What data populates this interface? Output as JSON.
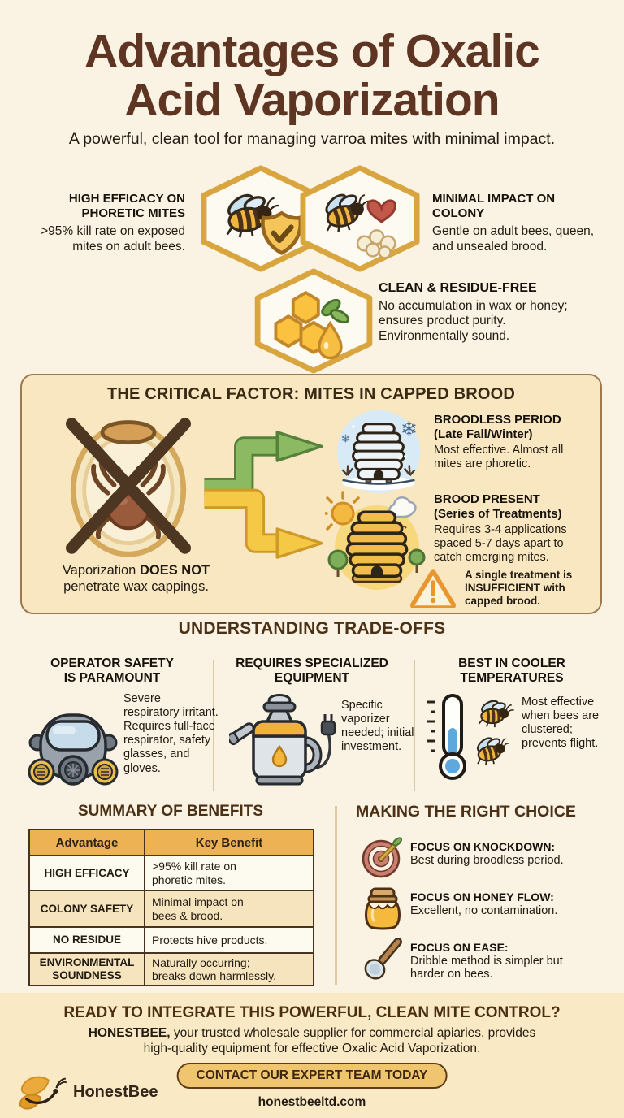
{
  "palette": {
    "page_bg": "#FAF2E3",
    "title_brown": "#5E3423",
    "section_brown": "#4A3116",
    "text_dark": "#221B12",
    "panel_bg": "#F8E7C1",
    "panel_border": "#9A7A4E",
    "hex_gold": "#D8A53E",
    "table_header_bg": "#ECB254",
    "table_row_tan": "#F6E4BE",
    "table_border": "#473420",
    "footer_bg": "#F9E9C5",
    "button_bg": "#EFC66F",
    "arrow_green": "#8CBA62",
    "arrow_yellow": "#F5C845",
    "warning_orange": "#E8962E"
  },
  "header": {
    "title": "Advantages of Oxalic Acid Vaporization",
    "subtitle": "A powerful, clean tool for managing varroa mites with minimal impact."
  },
  "benefits": [
    {
      "icon": "bee-shield-icon",
      "title": "HIGH EFFICACY ON PHORETIC MITES",
      "desc": ">95% kill rate on exposed mites on adult bees."
    },
    {
      "icon": "bee-heart-brood-icon",
      "title": "MINIMAL IMPACT ON COLONY",
      "desc": "Gentle on adult bees, queen, and unsealed brood."
    },
    {
      "icon": "honeycomb-drop-icon",
      "title": "CLEAN & RESIDUE-FREE",
      "desc": "No accumulation in wax or honey; ensures product purity. Environmentally sound."
    }
  ],
  "critical": {
    "title": "THE CRITICAL FACTOR: MITES IN CAPPED BROOD",
    "crossed_icon": "crossed-capped-brood-mite-icon",
    "caption": {
      "pre": "Vaporization ",
      "bold": "DOES NOT",
      "post": " penetrate wax cappings."
    },
    "branches": [
      {
        "icon": "winter-hive-icon",
        "title": "BROODLESS PERIOD",
        "qualifier": "(Late Fall/Winter)",
        "desc": "Most effective. Almost all mites are phoretic."
      },
      {
        "icon": "summer-hive-icon",
        "title": "BROOD PRESENT",
        "qualifier": "(Series of Treatments)",
        "desc": "Requires 3-4 applications spaced 5-7 days apart to catch emerging mites."
      }
    ],
    "warning": {
      "icon": "warning-triangle-icon",
      "pre": "A single treatment is ",
      "bold": "INSUFFICIENT",
      "post": " with capped brood."
    }
  },
  "tradeoffs": {
    "title": "UNDERSTANDING TRADE-OFFS",
    "items": [
      {
        "icon": "gas-mask-icon",
        "title": "OPERATOR SAFETY IS PARAMOUNT",
        "desc": "Severe respiratory irritant. Requires full-face respirator, safety glasses, and gloves."
      },
      {
        "icon": "vaporizer-icon",
        "title": "REQUIRES SPECIALIZED EQUIPMENT",
        "desc": "Specific vaporizer needed; initial investment."
      },
      {
        "icon": "thermometer-bees-icon",
        "title": "BEST IN COOLER TEMPERATURES",
        "desc": "Most effective when bees are clustered; prevents flight."
      }
    ]
  },
  "summary": {
    "title": "SUMMARY OF BENEFITS",
    "table": {
      "headers": [
        "Advantage",
        "Key Benefit"
      ],
      "rows": [
        {
          "advantage": "HIGH EFFICACY",
          "benefit_lines": [
            ">95% kill rate on",
            "phoretic mites."
          ]
        },
        {
          "advantage": "COLONY SAFETY",
          "benefit_lines": [
            "Minimal impact on",
            "bees & brood."
          ]
        },
        {
          "advantage": "NO RESIDUE",
          "benefit_lines": [
            "Protects hive products."
          ]
        },
        {
          "advantage": "ENVIRONMENTAL SOUNDNESS",
          "benefit_lines": [
            "Naturally occurring;",
            "breaks down harmlessly."
          ]
        }
      ]
    }
  },
  "choice": {
    "title": "MAKING THE RIGHT CHOICE",
    "items": [
      {
        "icon": "target-dart-icon",
        "title": "FOCUS ON KNOCKDOWN:",
        "desc": "Best during broodless period."
      },
      {
        "icon": "honey-jar-icon",
        "title": "FOCUS ON HONEY FLOW:",
        "desc": "Excellent, no contamination."
      },
      {
        "icon": "spoon-icon",
        "title": "FOCUS ON EASE:",
        "desc": "Dribble method is simpler but harder on bees."
      }
    ]
  },
  "footer": {
    "headline": "READY TO INTEGRATE THIS POWERFUL, CLEAN MITE CONTROL?",
    "body": {
      "bold": "HONESTBEE,",
      "rest": " your trusted wholesale supplier for commercial apiaries, provides high-quality equipment for effective Oxalic Acid Vaporization."
    },
    "cta": "CONTACT OUR EXPERT TEAM TODAY",
    "website": "honestbeeltd.com",
    "brand": "HonestBee",
    "logo_icon": "honestbee-logo-icon"
  }
}
